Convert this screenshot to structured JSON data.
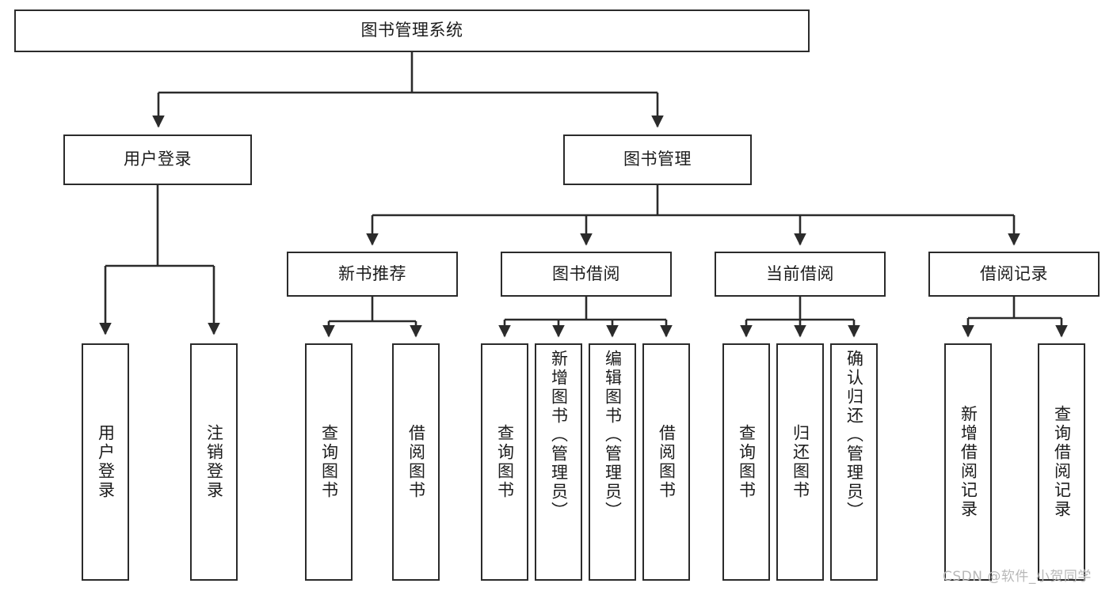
{
  "diagram": {
    "type": "tree-hierarchy",
    "title": "图书管理系统",
    "root": {
      "id": "root",
      "label": "图书管理系统",
      "orientation": "horizontal"
    },
    "level2": [
      {
        "id": "user-login",
        "label": "用户登录",
        "orientation": "horizontal"
      },
      {
        "id": "book-manage",
        "label": "图书管理",
        "orientation": "horizontal"
      }
    ],
    "level3": [
      {
        "id": "new-book-recommend",
        "label": "新书推荐",
        "orientation": "horizontal",
        "parent": "book-manage"
      },
      {
        "id": "book-borrow",
        "label": "图书借阅",
        "orientation": "horizontal",
        "parent": "book-manage"
      },
      {
        "id": "current-borrow",
        "label": "当前借阅",
        "orientation": "horizontal",
        "parent": "book-manage"
      },
      {
        "id": "borrow-record",
        "label": "借阅记录",
        "orientation": "horizontal",
        "parent": "book-manage"
      }
    ],
    "leaves": [
      {
        "id": "leaf-user-login",
        "label": "用户登录",
        "parent": "user-login",
        "align": "center"
      },
      {
        "id": "leaf-user-logout",
        "label": "注销登录",
        "parent": "user-login",
        "align": "center"
      },
      {
        "id": "leaf-query-book-1",
        "label": "查询图书",
        "parent": "new-book-recommend",
        "align": "center"
      },
      {
        "id": "leaf-borrow-book-1",
        "label": "借阅图书",
        "parent": "new-book-recommend",
        "align": "center"
      },
      {
        "id": "leaf-query-book-2",
        "label": "查询图书",
        "parent": "book-borrow",
        "align": "center"
      },
      {
        "id": "leaf-add-book",
        "label": "新增图书（管理员）",
        "parent": "book-borrow",
        "align": "top"
      },
      {
        "id": "leaf-edit-book",
        "label": "编辑图书（管理员）",
        "parent": "book-borrow",
        "align": "top"
      },
      {
        "id": "leaf-borrow-book-2",
        "label": "借阅图书",
        "parent": "book-borrow",
        "align": "center"
      },
      {
        "id": "leaf-query-book-3",
        "label": "查询图书",
        "parent": "current-borrow",
        "align": "center"
      },
      {
        "id": "leaf-return-book",
        "label": "归还图书",
        "parent": "current-borrow",
        "align": "center"
      },
      {
        "id": "leaf-confirm-return",
        "label": "确认归还（管理员）",
        "parent": "current-borrow",
        "align": "top"
      },
      {
        "id": "leaf-add-record",
        "label": "新增借阅记录",
        "parent": "borrow-record",
        "align": "center"
      },
      {
        "id": "leaf-query-record",
        "label": "查询借阅记录",
        "parent": "borrow-record",
        "align": "center"
      }
    ],
    "watermark": "CSDN @软件_小贺同学",
    "colors": {
      "stroke": "#2b2b2b",
      "background": "#ffffff",
      "text": "#1c1c1c",
      "watermark": "#b8b8b8"
    }
  }
}
